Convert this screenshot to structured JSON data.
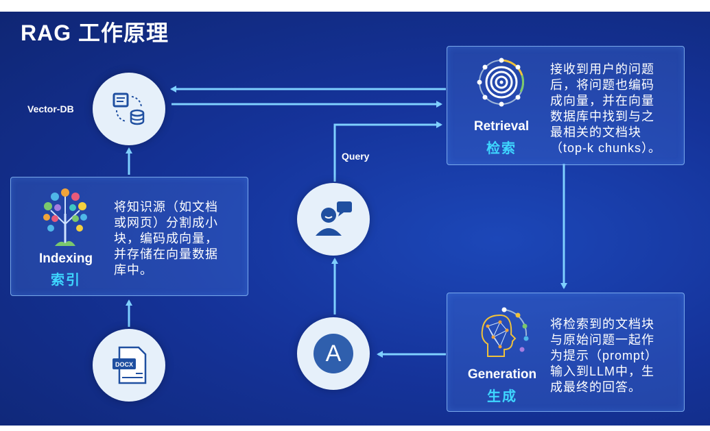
{
  "title": "RAG 工作原理",
  "labels": {
    "vector_db": "Vector-DB",
    "query": "Query"
  },
  "indexing": {
    "en": "Indexing",
    "zh": "索引",
    "desc_lines": [
      "将知识源（如文档",
      "或网页）分割成小",
      "块，编码成向量，",
      "并存储在向量数据",
      "库中。"
    ]
  },
  "retrieval": {
    "en": "Retrieval",
    "zh": "检索",
    "desc_lines": [
      "接收到用户的问题",
      "后，将问题也编码",
      "成向量，并在向量",
      "数据库中找到与之",
      "最相关的文档块",
      "（top-k chunks）。"
    ]
  },
  "generation": {
    "en": "Generation",
    "zh": "生成",
    "desc_lines": [
      "将检索到的文档块",
      "与原始问题一起作",
      "为提示（prompt）",
      "输入到LLM中，生",
      "成最终的回答。"
    ]
  },
  "docx_label": "DOCX",
  "answer_letter": "A",
  "colors": {
    "bg": "#15339a",
    "accent": "#3ed6ff",
    "circle": "#e6f0fa",
    "icon": "#1f4fa0"
  },
  "icons": [
    "database-sync-icon",
    "knowledge-tree-icon",
    "docx-file-icon",
    "user-chat-icon",
    "answer-a-icon",
    "target-icon",
    "ai-brain-icon"
  ]
}
